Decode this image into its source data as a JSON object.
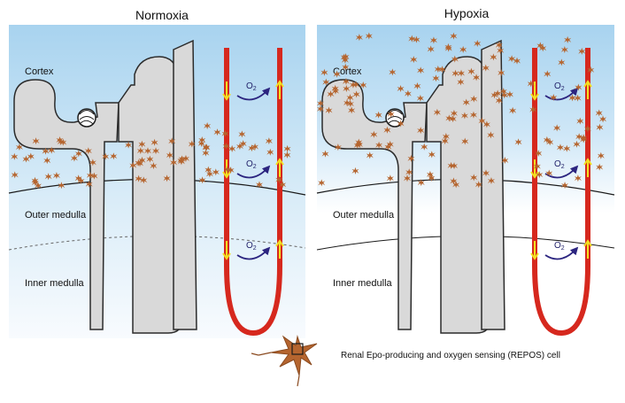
{
  "panels": [
    {
      "title": "Normoxia",
      "zones": {
        "cortex": "Cortex",
        "outer": "Outer medulla",
        "inner": "Inner medulla"
      },
      "o2_label": "O",
      "o2_sub": "2",
      "repos_cell_count": "many cells clustered at corticomedullary border"
    },
    {
      "title": "Hypoxia",
      "zones": {
        "cortex": "Cortex",
        "outer": "Outer medulla",
        "inner": "Inner medulla"
      },
      "o2_label": "O",
      "o2_sub": "2",
      "repos_cell_count": "cells recruited throughout cortex"
    }
  ],
  "legend": {
    "label": "Renal Epo-producing and oxygen sensing (REPOS) cell"
  },
  "colors": {
    "sky_top": "#a9d4ef",
    "sky_bottom": "#ffffff",
    "vessel": "#d6281e",
    "tubule_fill": "#d9d9d9",
    "tubule_stroke": "#2b2b2b",
    "cell": "#b5652f",
    "flow_arrow": "#f2e020",
    "o2_arrow": "#2c2580"
  }
}
